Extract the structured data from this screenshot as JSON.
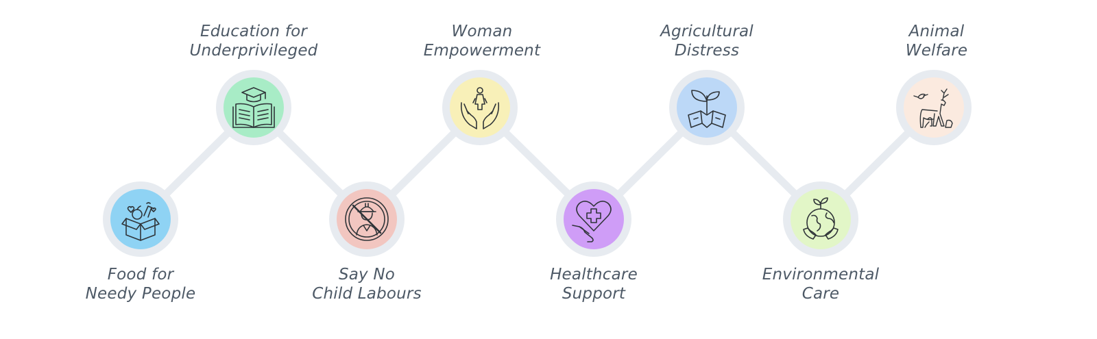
{
  "causes": [
    {
      "id": "food",
      "line1": "Food for",
      "line2": "Needy People",
      "icon": "donation-box-icon",
      "color": "#8fd3f4"
    },
    {
      "id": "education",
      "line1": "Education for",
      "line2": "Underprivileged",
      "icon": "open-book-graduation-cap-icon",
      "color": "#a8ecc6"
    },
    {
      "id": "child-labour",
      "line1": "Say No",
      "line2": "Child Labours",
      "icon": "no-child-labour-icon",
      "color": "#f2c6c0"
    },
    {
      "id": "woman",
      "line1": "Woman",
      "line2": "Empowerment",
      "icon": "hands-woman-icon",
      "color": "#f8f0b8"
    },
    {
      "id": "healthcare",
      "line1": "Healthcare",
      "line2": "Support",
      "icon": "heart-medical-cross-hand-icon",
      "color": "#cf9df7"
    },
    {
      "id": "agriculture",
      "line1": "Agricultural",
      "line2": "Distress",
      "icon": "plant-field-icon",
      "color": "#bcd8f7"
    },
    {
      "id": "environment",
      "line1": "Environmental",
      "line2": "Care",
      "icon": "earth-hands-sprout-icon",
      "color": "#e2f6c7"
    },
    {
      "id": "animal",
      "line1": "Animal",
      "line2": "Welfare",
      "icon": "animals-icon",
      "color": "#fbeadf"
    }
  ],
  "connector_color": "#e7ebf0",
  "icon_stroke_color": "#2f3438"
}
